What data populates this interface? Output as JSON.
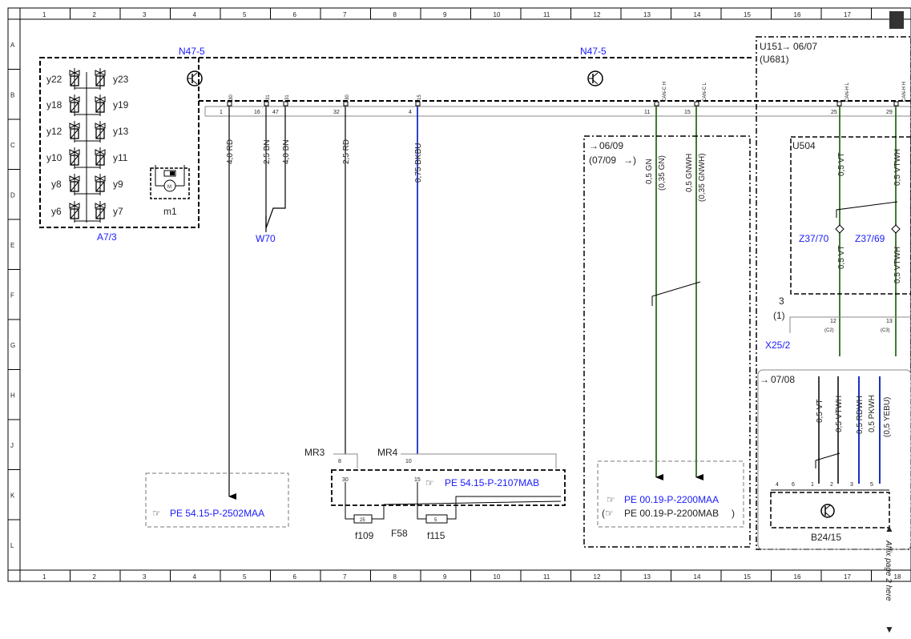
{
  "ruler": {
    "columns": [
      "1",
      "2",
      "3",
      "4",
      "5",
      "6",
      "7",
      "8",
      "9",
      "10",
      "11",
      "12",
      "13",
      "14",
      "15",
      "16",
      "17",
      "18"
    ],
    "rows": [
      "A",
      "B",
      "C",
      "D",
      "E",
      "F",
      "G",
      "H",
      "J",
      "K",
      "L"
    ]
  },
  "components": {
    "n47_left": "N47-5",
    "n47_right": "N47-5",
    "a7_3": "A7/3",
    "m1": "m1",
    "w70": "W70",
    "u151": "U151",
    "u151_ref": "06/07",
    "u681": "(U681)",
    "u504": "U504",
    "z37_70": "Z37/70",
    "z37_69": "Z37/69",
    "x25_2": "X25/2",
    "b24_15": "B24/15",
    "f58": "F58",
    "f109": "f109",
    "f115": "f115",
    "mr3": "MR3",
    "mr4": "MR4",
    "valves": [
      "y22",
      "y23",
      "y18",
      "y19",
      "y12",
      "y13",
      "y10",
      "y11",
      "y8",
      "y9",
      "y6",
      "y7"
    ]
  },
  "connector_top": {
    "pin_labels": [
      "30",
      "31",
      "31",
      "30",
      "15",
      "CAN-C H",
      "CAN-C L",
      "CAN-H L",
      "CAN-H H"
    ],
    "pin_numbers": [
      "1",
      "16",
      "47",
      "32",
      "4",
      "11",
      "15",
      "25",
      "29"
    ]
  },
  "wires": {
    "w1": "4,0 RD",
    "w2": "2,5 BN",
    "w3": "4,0 BN",
    "w4": "2,5 RD",
    "w5": "0,75 BKBU",
    "w6": "0,5 GN",
    "w6b": "(0,35 GN)",
    "w7": "0,5 GNWH",
    "w7b": "(0,35 GNWH)",
    "w8": "0,5 VT",
    "w9": "0,5 VTWH",
    "w10": "0,5 VT",
    "w11": "0,5 VTWH",
    "w12": "0,5 VT",
    "w13": "0,5 VTWH",
    "w14": "0,5 RDWH",
    "w15": "0,5 PKWH",
    "w16": "(0,5 YEBU)"
  },
  "refs": {
    "page_0609": "06/09",
    "page_0709": "(07/09",
    "page_0708": "07/08",
    "x25_pin3": "3",
    "x25_pin1": "(1)",
    "x25_c2_pin": "12",
    "x25_c3_pin": "13",
    "c2": "(C2)",
    "c3": "(C3)",
    "mr3_pin": "8",
    "mr3_out": "30",
    "mr4_pin": "10",
    "mr4_out": "15",
    "fuse_25": "25",
    "fuse_5": "5",
    "b24_pins": [
      "4",
      "6",
      "1",
      "2",
      "3",
      "5"
    ]
  },
  "links": {
    "pe1": "PE 54.15-P-2502MAA",
    "pe2": "PE 54.15-P-2107MAB",
    "pe3": "PE 00.19-P-2200MAA",
    "pe4": "PE 00.19-P-2200MAB"
  },
  "affix": "Affix page 2 here",
  "colors": {
    "frame": "#000000",
    "blue_text": "#1a1aff",
    "wire_green": "#2e6b1e",
    "wire_blue": "#1a2fbf",
    "dashed_gray": "#777777"
  }
}
